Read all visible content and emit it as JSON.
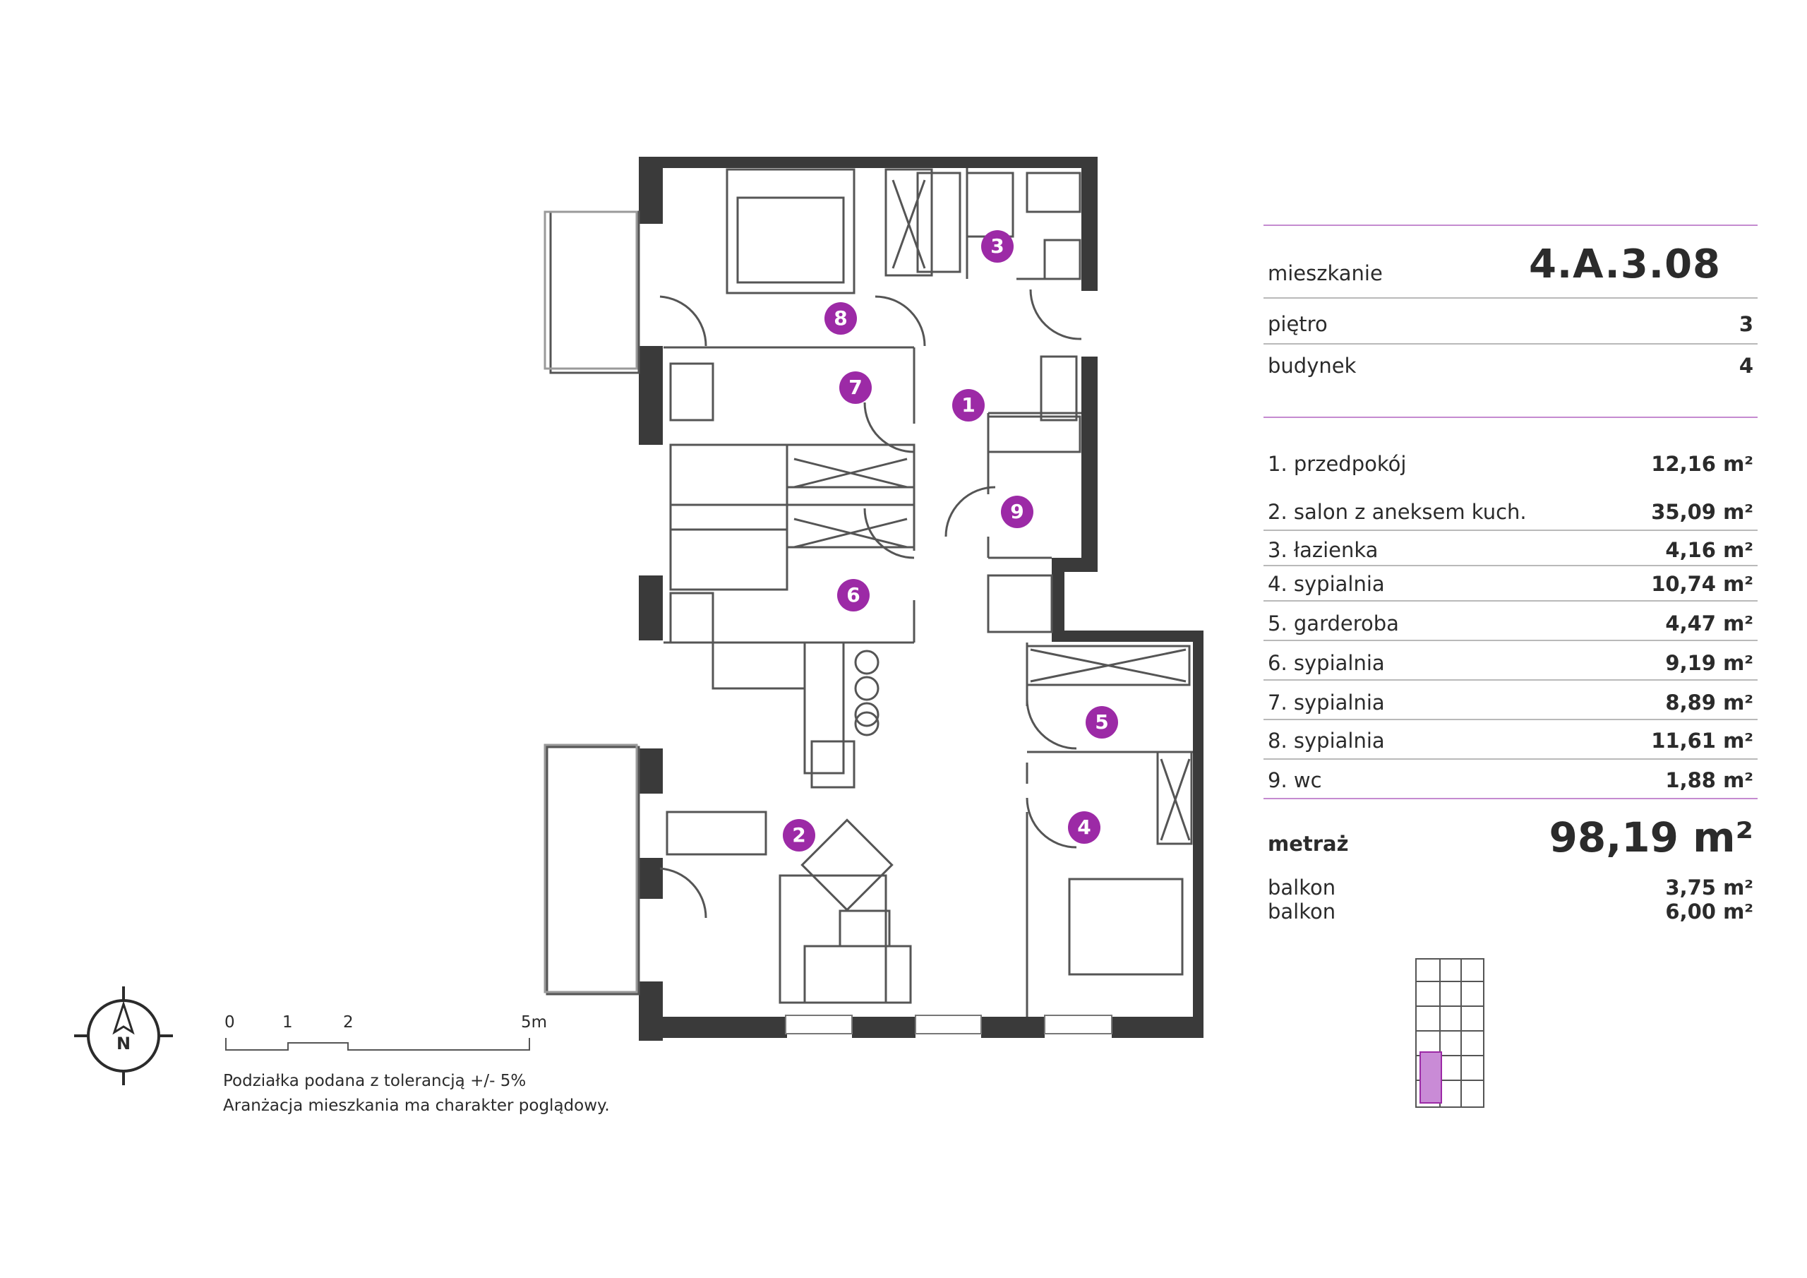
{
  "apartment": {
    "label": "mieszkanie",
    "code": "4.A.3.08",
    "floor_label": "piętro",
    "floor": "3",
    "building_label": "budynek",
    "building": "4"
  },
  "rooms": [
    {
      "num": "1",
      "name": "1. przedpokój",
      "area": "12,16 m²"
    },
    {
      "num": "2",
      "name": "2. salon z aneksem kuch.",
      "area": "35,09 m²"
    },
    {
      "num": "3",
      "name": "3. łazienka",
      "area": "4,16 m²"
    },
    {
      "num": "4",
      "name": "4. sypialnia",
      "area": "10,74 m²"
    },
    {
      "num": "5",
      "name": "5. garderoba",
      "area": "4,47 m²"
    },
    {
      "num": "6",
      "name": "6. sypialnia",
      "area": "9,19 m²"
    },
    {
      "num": "7",
      "name": "7. sypialnia",
      "area": "8,89 m²"
    },
    {
      "num": "8",
      "name": "8. sypialnia",
      "area": "11,61 m²"
    },
    {
      "num": "9",
      "name": "9. wc",
      "area": "1,88 m²"
    }
  ],
  "total": {
    "label": "metraż",
    "value": "98,19 m²"
  },
  "balconies": [
    {
      "label": "balkon",
      "area": "3,75 m²"
    },
    {
      "label": "balkon",
      "area": "6,00 m²"
    }
  ],
  "scale": {
    "ticks": [
      "0",
      "1",
      "2",
      "5m"
    ]
  },
  "compass": {
    "letter": "N"
  },
  "notes": {
    "line1": "Podziałka podana z tolerancją +/- 5%",
    "line2": "Aranżacja mieszkania ma charakter poglądowy."
  },
  "colors": {
    "accent": "#9c2aa6",
    "wall": "#3a3a3a",
    "line": "#555555"
  }
}
